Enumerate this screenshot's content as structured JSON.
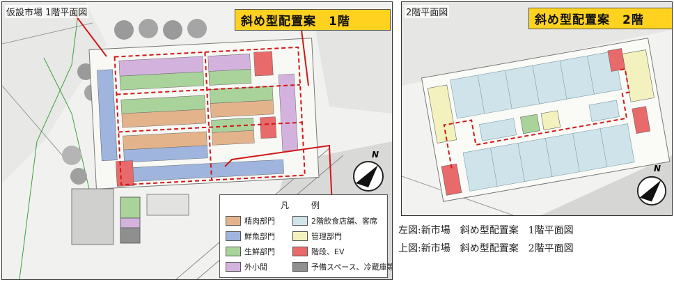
{
  "left_panel": {
    "label": "仮設市場 1階平面図",
    "title": "斜め型配置案　1階"
  },
  "right_panel": {
    "label": "2階平面図",
    "title": "斜め型配置案　2階"
  },
  "legend": {
    "heading": "凡　例",
    "items": [
      {
        "label": "精肉部門",
        "color": "#e3b48c"
      },
      {
        "label": "2階飲食店舗、客席",
        "color": "#cfe4ea"
      },
      {
        "label": "鮮魚部門",
        "color": "#9fb5de"
      },
      {
        "label": "管理部門",
        "color": "#f3f1bd"
      },
      {
        "label": "生鮮部門",
        "color": "#a9d39b"
      },
      {
        "label": "階段、EV",
        "color": "#e86a6a"
      },
      {
        "label": "外小間",
        "color": "#d3b3de"
      },
      {
        "label": "予備スペース、冷蔵庫等",
        "color": "#8f8f8f"
      }
    ]
  },
  "captions": {
    "left": "左図:新市場　斜め型配置案　1階平面図",
    "right": "上図:新市場　斜め型配置案　2階平面図"
  },
  "compass_label": "N"
}
